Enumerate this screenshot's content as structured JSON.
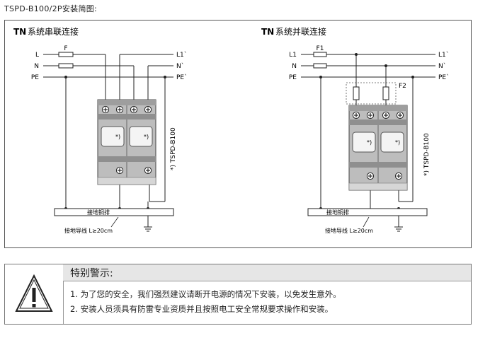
{
  "page_title": "TSPD-B100/2P安装简图:",
  "left": {
    "title_bold": "TN",
    "title_text": "系统串联连接",
    "labels_in": [
      "L",
      "N",
      "PE"
    ],
    "labels_out": [
      "L1`",
      "N`",
      "PE`"
    ],
    "fuse": "F",
    "model": "*) TSPD-B100",
    "module_mark": "*)",
    "busbar": "接地铜排",
    "ground_wire": "接地导线 L≥20cm"
  },
  "right": {
    "title_bold": "TN",
    "title_text": "系统并联连接",
    "labels_in": [
      "L1",
      "N",
      "PE"
    ],
    "labels_out": [
      "L1`",
      "N`",
      "PE`"
    ],
    "fuse1": "F1",
    "fuse2": "F2",
    "model": "*) TSPD-B100",
    "module_mark": "*)",
    "busbar": "接地铜排",
    "ground_wire": "接地导线 L≥20cm"
  },
  "warning": {
    "title": "特别警示:",
    "icon": "warning-triangle-icon",
    "lines": [
      "1. 为了您的安全，我们强烈建议请断开电源的情况下安装，以免发生意外。",
      "2. 安装人员须具有防雷专业资质并且按照电工安全常规要求操作和安装。"
    ]
  }
}
